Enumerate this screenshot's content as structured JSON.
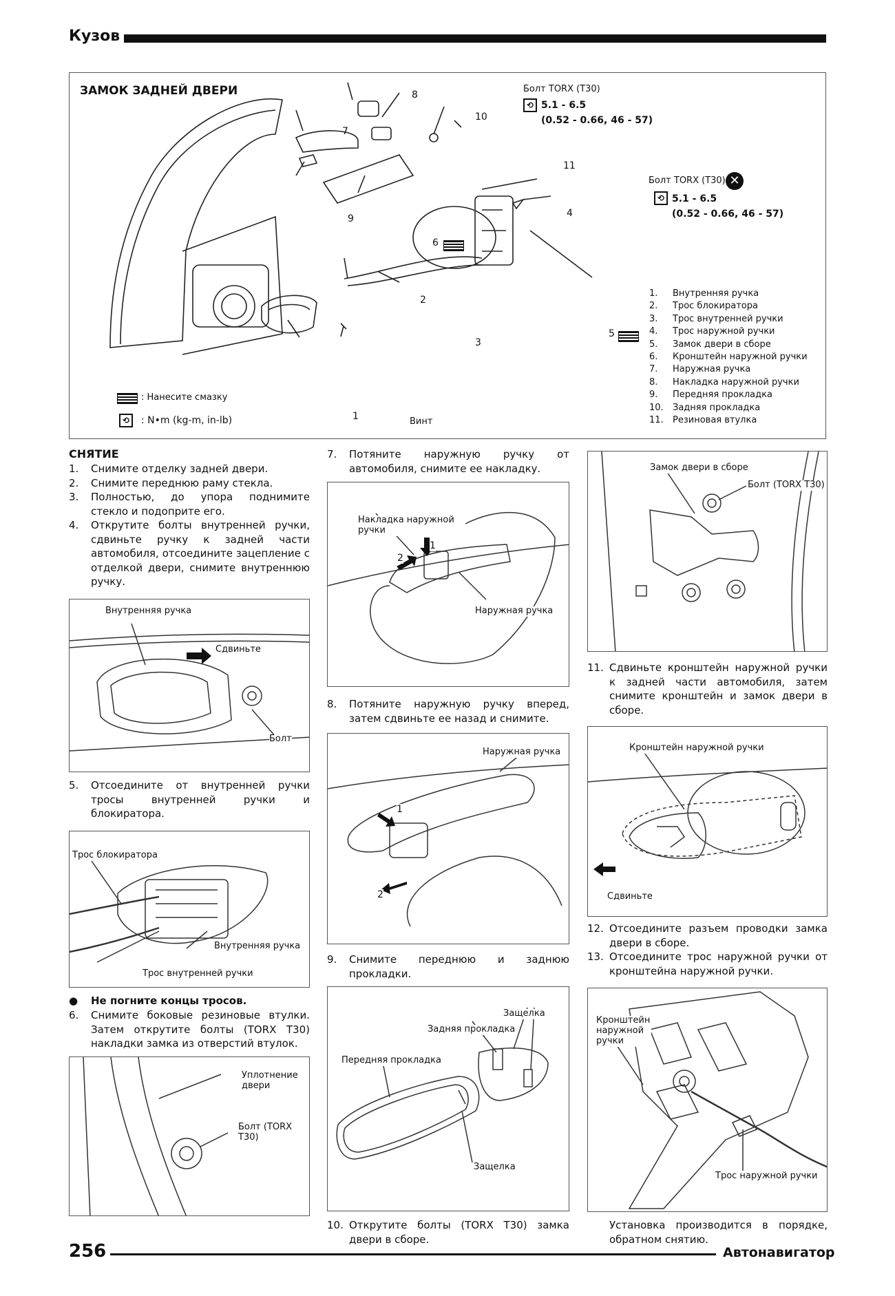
{
  "header": {
    "section": "Кузов"
  },
  "top_figure": {
    "title": "ЗАМОК ЗАДНЕЙ ДВЕРИ",
    "bolt1_label": "Болт TORX (T30)",
    "bolt1_torque": "5.1 - 6.5",
    "bolt1_torque_alt": "(0.52 - 0.66, 46 - 57)",
    "bolt2_label": "Болт TORX (T30)",
    "bolt2_torque": "5.1 - 6.5",
    "bolt2_torque_alt": "(0.52 - 0.66, 46 - 57)",
    "screw_label": "Винт",
    "callouts": [
      "1",
      "2",
      "3",
      "4",
      "5",
      "6",
      "7",
      "8",
      "9",
      "10",
      "11"
    ],
    "key_grease": ": Нанесите смазку",
    "key_torque": ": N•m (kg-m, in-lb)",
    "legend": [
      {
        "n": "1.",
        "t": "Внутренняя ручка"
      },
      {
        "n": "2.",
        "t": "Трос блокиратора"
      },
      {
        "n": "3.",
        "t": "Трос внутренней ручки"
      },
      {
        "n": "4.",
        "t": "Трос наружной ручки"
      },
      {
        "n": "5.",
        "t": "Замок двери в сборе"
      },
      {
        "n": "6.",
        "t": "Кронштейн наружной ручки"
      },
      {
        "n": "7.",
        "t": "Наружная ручка"
      },
      {
        "n": "8.",
        "t": "Накладка наружной ручки"
      },
      {
        "n": "9.",
        "t": "Передняя прокладка"
      },
      {
        "n": "10.",
        "t": "Задняя прокладка"
      },
      {
        "n": "11.",
        "t": "Резиновая втулка"
      }
    ]
  },
  "removal": {
    "title": "СНЯТИЕ",
    "steps_1_4": [
      {
        "n": "1.",
        "t": "Снимите отделку задней двери."
      },
      {
        "n": "2.",
        "t": "Снимите переднюю раму стекла."
      },
      {
        "n": "3.",
        "t": "Полностью, до упора поднимите стекло и подоприте его."
      },
      {
        "n": "4.",
        "t": "Открутите болты внутренней ручки, сдвиньте ручку к задней части автомобиля, отсоедините зацепление с отделкой двери, снимите внутреннюю ручку."
      }
    ],
    "step5": {
      "n": "5.",
      "t": "Отсоедините от внутренней ручки тросы внутренней ручки и блокиратора."
    },
    "warning": "Не погните концы тросов.",
    "step6": {
      "n": "6.",
      "t": "Снимите боковые резиновые втулки. Затем открутите болты (TORX T30) накладки замка из отверстий втулок."
    },
    "step7": {
      "n": "7.",
      "t": "Потяните наружную ручку от автомобиля, снимите ее накладку."
    },
    "step8": {
      "n": "8.",
      "t": "Потяните наружную ручку вперед, затем сдвиньте ее назад и снимите."
    },
    "step9": {
      "n": "9.",
      "t": "Снимите переднюю и заднюю прокладки."
    },
    "step10": {
      "n": "10.",
      "t": "Открутите болты (TORX T30) замка двери в сборе."
    },
    "step11": {
      "n": "11.",
      "t": "Сдвиньте кронштейн наружной ручки к задней части автомобиля, затем снимите кронштейн и замок двери в сборе."
    },
    "step12": {
      "n": "12.",
      "t": "Отсоедините разъем проводки замка двери в сборе."
    },
    "step13": {
      "n": "13.",
      "t": "Отсоедините трос наружной ручки от кронштейна наружной ручки."
    },
    "install_note": "Установка производится в порядке, обратном снятию."
  },
  "figures": {
    "f_inner_handle": {
      "label_handle": "Внутренняя ручка",
      "label_slide": "Сдвиньте",
      "label_bolt": "Болт"
    },
    "f_cables": {
      "label_lock_cable": "Трос блокиратора",
      "label_handle": "Внутренняя ручка",
      "label_inner_cable": "Трос внутренней ручки"
    },
    "f_seal": {
      "label_seal": "Уплотнение двери",
      "label_bolt": "Болт (TORX T30)"
    },
    "f_cover": {
      "label_cover": "Накладка наружной ручки",
      "label_handle": "Наружная ручка",
      "n1": "1",
      "n2": "2"
    },
    "f_pull": {
      "label_handle": "Наружная ручка",
      "n1": "1",
      "n2": "2"
    },
    "f_gaskets": {
      "label_latch": "Защелка",
      "label_rear": "Задняя прокладка",
      "label_front": "Передняя прокладка",
      "label_latch2": "Защелка"
    },
    "f_lock": {
      "label_lock": "Замок двери в сборе",
      "label_bolt": "Болт (TORX T30)"
    },
    "f_bracket": {
      "label_bracket": "Кронштейн наружной ручки",
      "label_slide": "Сдвиньте"
    },
    "f_cable_out": {
      "label_bracket": "Кронштейн наружной ручки",
      "label_cable": "Трос наружной ручки"
    }
  },
  "footer": {
    "page": "256",
    "brand": "Автонавигатор"
  }
}
